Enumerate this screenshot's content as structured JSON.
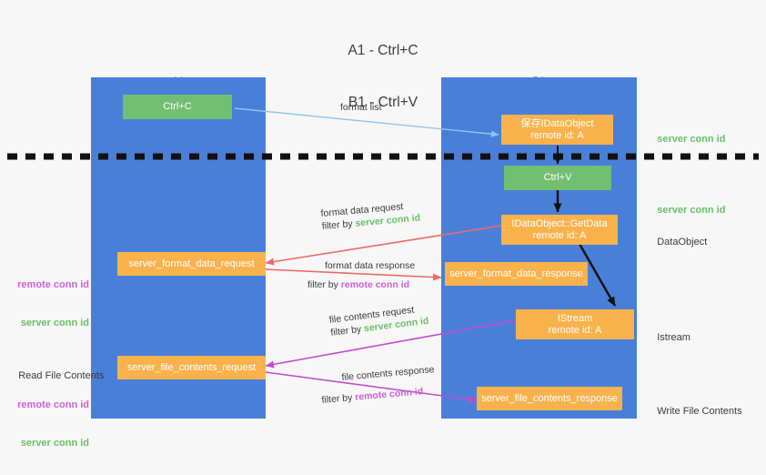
{
  "title": {
    "line1": "A1 - Ctrl+C",
    "line2": "B1 - Ctrl+V"
  },
  "lanes": [
    {
      "name": "A1",
      "sublabel": "remote",
      "color": "#4a7fd8"
    },
    {
      "name": "B1",
      "sublabel": "connection",
      "color": "#4a7fd8"
    }
  ],
  "nodes": {
    "ctrl_c": "Ctrl+C",
    "ctrl_v": "Ctrl+V",
    "save_idataobject_l1": "保存IDataObject",
    "save_idataobject_l2": "remote id: A",
    "getdata_l1": "IDataObject::GetData",
    "getdata_l2": "remote id: A",
    "istream_l1": "IStream",
    "istream_l2": "remote id: A",
    "server_format_data_request": "server_format_data_request",
    "server_format_data_response": "server_format_data_response",
    "server_file_contents_request": "server_file_contents_request",
    "server_file_contents_response": "server_file_contents_response"
  },
  "edges": {
    "format_list": "format list",
    "format_data_request": "format data request",
    "format_data_request_filter_prefix": "filter by ",
    "format_data_request_filter_value": "server conn id",
    "format_data_response": "format data response",
    "format_data_response_filter_prefix": "filter by ",
    "format_data_response_filter_value": "remote conn id",
    "file_contents_request": "file contents request",
    "file_contents_request_filter_prefix": "filter by ",
    "file_contents_request_filter_value": "server conn id",
    "file_contents_response": "file contents response",
    "file_contents_response_filter_prefix": "filter by ",
    "file_contents_response_filter_value": "remote conn id"
  },
  "annotations": {
    "right_server_conn_id_top": "server conn id",
    "right_server_conn_id_mid": "server conn id",
    "right_dataobject": "DataObject",
    "right_istream": "Istream",
    "right_write_file_contents": "Write File Contents",
    "left_remote_conn_id_1": "remote conn id",
    "left_server_conn_id_1": "server conn id",
    "left_read_file_contents": "Read File Contents",
    "left_remote_conn_id_2": "remote conn id",
    "left_server_conn_id_2": "server conn id"
  },
  "colors": {
    "lane_blue": "#4a7fd8",
    "box_green": "#72bf72",
    "box_orange": "#f9b24c",
    "arrow_lightblue": "#8ec6ef",
    "arrow_red": "#ea6a6a",
    "arrow_magenta": "#c44ad0",
    "arrow_black": "#111111",
    "text_green": "#6abf69",
    "text_magenta": "#cf5fd8",
    "divider_black": "#111111"
  }
}
